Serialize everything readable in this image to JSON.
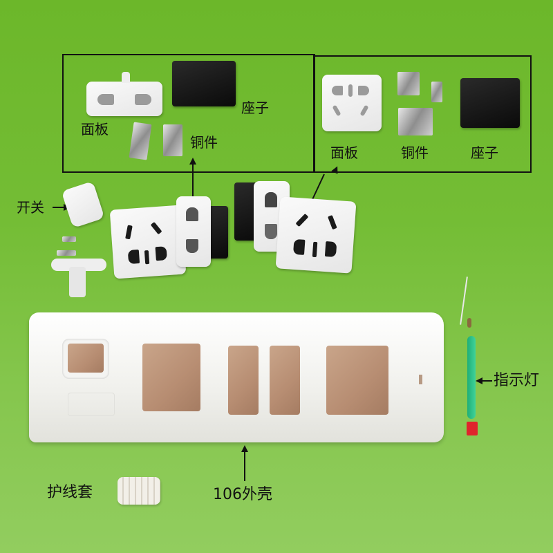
{
  "image": {
    "background_color": "#6cb72a",
    "description": "Exploded parts diagram of a power strip (106 housing) on green background"
  },
  "left_box": {
    "labels": {
      "panel": "面板",
      "copper_parts": "铜件",
      "socket_base": "座子"
    }
  },
  "right_box": {
    "labels": {
      "panel": "面板",
      "copper_parts": "铜件",
      "socket_base": "座子"
    }
  },
  "callouts": {
    "switch": "开关",
    "housing": "106外壳",
    "cable_sleeve": "护线套",
    "indicator_light": "指示灯"
  },
  "colors": {
    "background": "#6cb72a",
    "outline": "#111111",
    "housing_window": "#b78d72",
    "led_sleeve": "#2fbf8a",
    "led": "#e0242c"
  }
}
